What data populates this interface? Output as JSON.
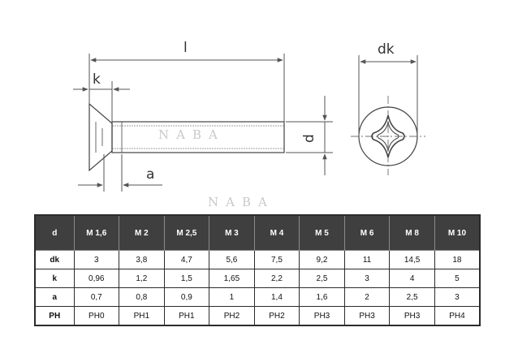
{
  "drawing": {
    "labels": {
      "length": "l",
      "head_height": "k",
      "thread_diameter": "d",
      "head_diameter": "dk",
      "under_head": "a"
    }
  },
  "watermark": "NABA",
  "table": {
    "corner": "d",
    "sizes": [
      "M 1,6",
      "M 2",
      "M 2,5",
      "M 3",
      "M 4",
      "M 5",
      "M 6",
      "M 8",
      "M 10"
    ],
    "rows": [
      {
        "label": "dk",
        "values": [
          "3",
          "3,8",
          "4,7",
          "5,6",
          "7,5",
          "9,2",
          "11",
          "14,5",
          "18"
        ]
      },
      {
        "label": "k",
        "values": [
          "0,96",
          "1,2",
          "1,5",
          "1,65",
          "2,2",
          "2,5",
          "3",
          "4",
          "5"
        ]
      },
      {
        "label": "a",
        "values": [
          "0,7",
          "0,8",
          "0,9",
          "1",
          "1,4",
          "1,6",
          "2",
          "2,5",
          "3"
        ]
      },
      {
        "label": "PH",
        "values": [
          "PH0",
          "PH1",
          "PH1",
          "PH2",
          "PH2",
          "PH3",
          "PH3",
          "PH3",
          "PH4"
        ]
      }
    ]
  }
}
